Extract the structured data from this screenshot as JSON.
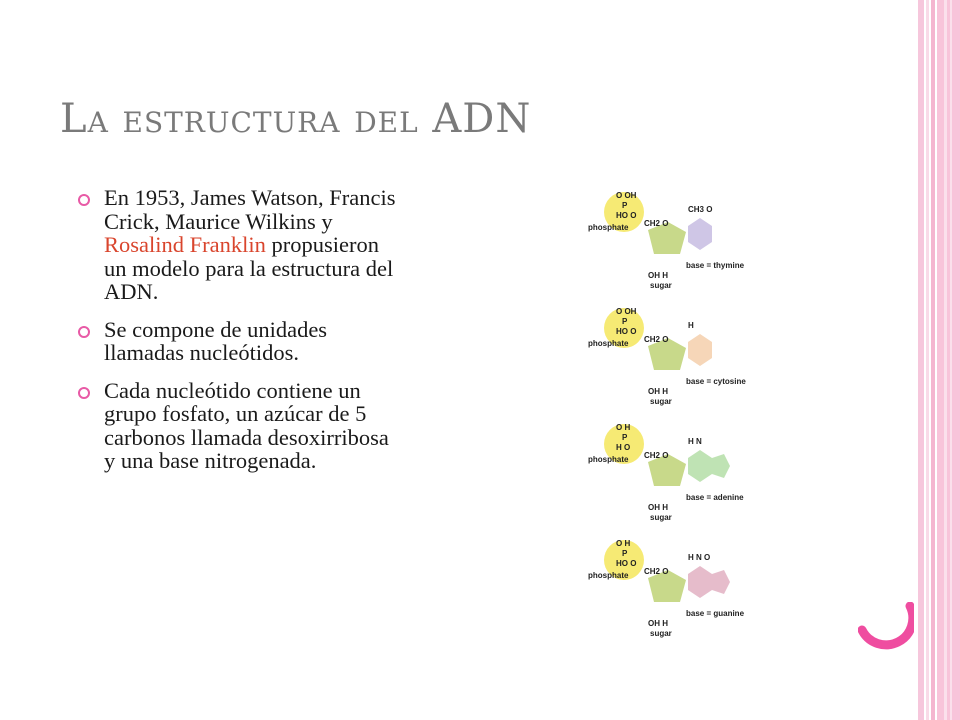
{
  "slide": {
    "title": "La estructura del ADN",
    "bullets": [
      {
        "before": "En 1953, James Watson, Francis Crick, Maurice Wilkins y ",
        "highlight": "Rosalind Franklin",
        "after": " propusieron un modelo para la estructura del ADN."
      },
      {
        "before": "Se compone de unidades llamadas nucleótidos.",
        "highlight": "",
        "after": ""
      },
      {
        "before": "Cada nucleótido contiene un grupo fosfato, un azúcar de 5 carbonos llamada desoxirribosa y una base nitrogenada.",
        "highlight": "",
        "after": ""
      }
    ],
    "colors": {
      "accent": "#e85aa6",
      "highlight": "#d9452d",
      "title": "#7a7a7a"
    }
  },
  "diagram": {
    "nucleotides": [
      {
        "phosphate": "phosphate",
        "sugar": "sugar",
        "base": "base = thymine",
        "base_color": "#cfc6e6",
        "group_top": "O  OH",
        "group_mid": "P",
        "group_bot": "HO  O",
        "sugar_label": "CH2 O",
        "oh_label": "OH  H",
        "extra": "CH3  O"
      },
      {
        "phosphate": "phosphate",
        "sugar": "sugar",
        "base": "base = cytosine",
        "base_color": "#f6d6b8",
        "group_top": "O  OH",
        "group_mid": "P",
        "group_bot": "HO  O",
        "sugar_label": "CH2 O",
        "oh_label": "OH  H",
        "extra": "H"
      },
      {
        "phosphate": "phosphate",
        "sugar": "sugar",
        "base": "base = adenine",
        "base_color": "#bfe3b4",
        "group_top": "O  H",
        "group_mid": "P",
        "group_bot": "H  O",
        "sugar_label": "CH2 O",
        "oh_label": "OH  H",
        "extra": "H  N"
      },
      {
        "phosphate": "phosphate",
        "sugar": "sugar",
        "base": "base = guanine",
        "base_color": "#e6bccb",
        "group_top": "O  H",
        "group_mid": "P",
        "group_bot": "HO  O",
        "sugar_label": "CH2 O",
        "oh_label": "OH  H",
        "extra": "H  N  O"
      }
    ]
  }
}
